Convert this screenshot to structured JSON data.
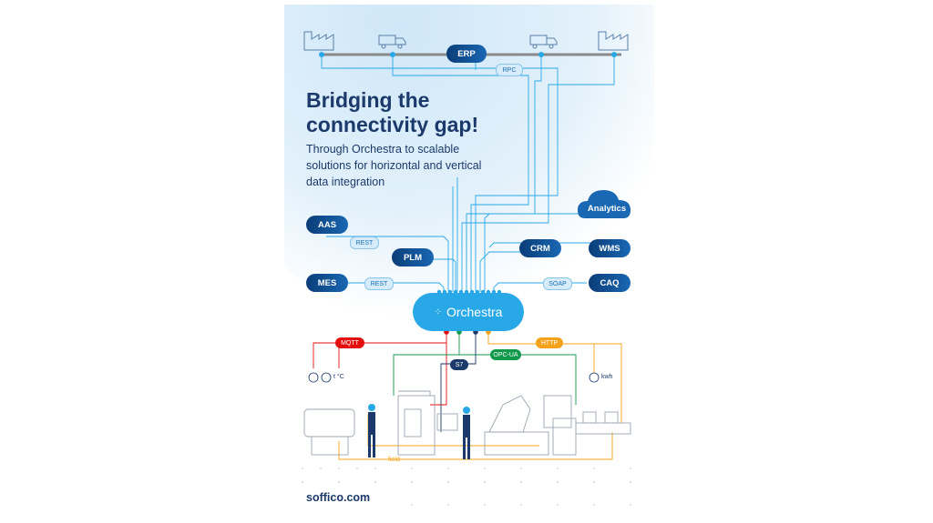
{
  "headline": "Bridging the connectivity gap!",
  "subline": "Through Orchestra to scalable solutions for horizontal and vertical data integration",
  "systems": {
    "erp": "ERP",
    "analytics": "Analytics",
    "aas": "AAS",
    "plm": "PLM",
    "crm": "CRM",
    "wms": "WMS",
    "mes": "MES",
    "caq": "CAQ"
  },
  "protocols": {
    "rpc": "RPC",
    "rest_aas": "REST",
    "rest_mes": "REST",
    "soap": "SOAP",
    "mqtt": "MQTT",
    "http": "HTTP",
    "opcua": "OPC-UA",
    "s7": "S7",
    "field": "field"
  },
  "hub": {
    "name": "Orchestra"
  },
  "sensor_labels": {
    "temperature": "t °C",
    "energy": "kwh"
  },
  "footer": "soffico.com",
  "colors": {
    "navy": "#1b3a6b",
    "hub_blue": "#29a8e7",
    "mqtt_red": "#e30f0f",
    "opcua_green": "#12984a",
    "http_orange": "#f5a21b"
  }
}
